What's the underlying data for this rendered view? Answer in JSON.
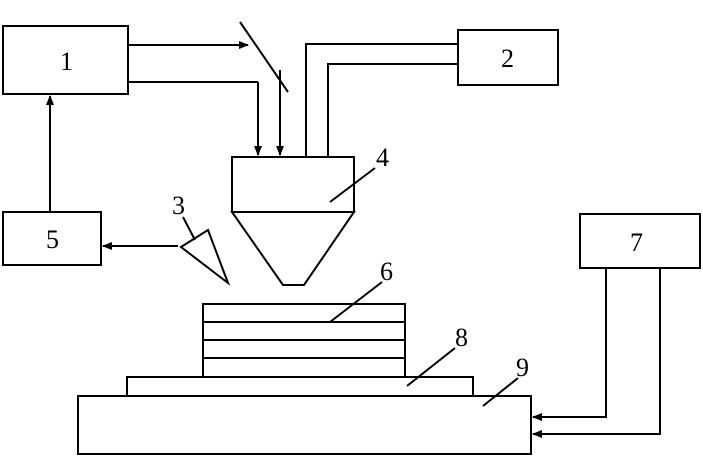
{
  "labels": {
    "block_1": "1",
    "block_2": "2",
    "detector_3": "3",
    "nozzle_4": "4",
    "block_5": "5",
    "layers_6": "6",
    "block_7": "7",
    "substrate_8": "8",
    "base_9": "9"
  },
  "colors": {
    "stroke": "#000000",
    "background": "#ffffff"
  }
}
